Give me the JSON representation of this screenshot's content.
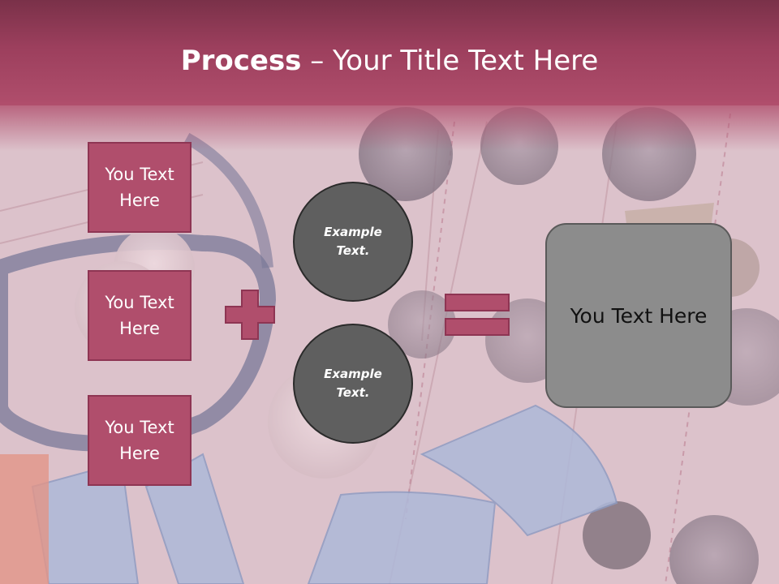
{
  "slide": {
    "title_bold": "Process",
    "title_rest": " – Your Title Text Here",
    "inputs": [
      {
        "label": "You Text Here"
      },
      {
        "label": "You Text Here"
      },
      {
        "label": "You Text Here"
      }
    ],
    "circles": [
      {
        "label": "Example Text."
      },
      {
        "label": "Example Text."
      }
    ],
    "result": {
      "label": "You Text Here"
    }
  },
  "colors": {
    "header": "#9c3f5d",
    "box_fill": "#b04e6c",
    "box_border": "#8e3553",
    "circle_fill": "#5f5f5f",
    "result_fill": "#8c8c8c"
  }
}
